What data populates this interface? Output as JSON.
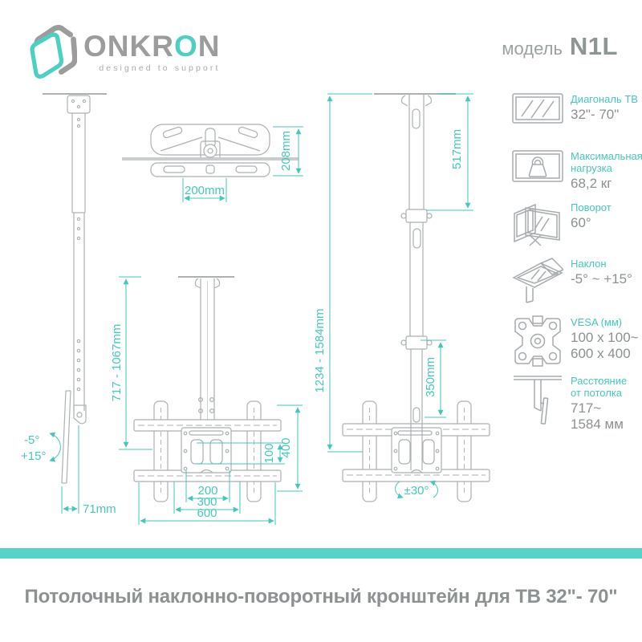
{
  "header": {
    "brand_part1": "ONKR",
    "brand_accent": "O",
    "brand_part2": "N",
    "tagline": "designed to support",
    "model_label": "модель",
    "model_value": "N1L"
  },
  "colors": {
    "accent_bar": "#54D3C9",
    "teal_text": "#45C8BB",
    "drawing_gray": "#ACB1B2",
    "value_gray": "#8B9192"
  },
  "diagrams": {
    "side_view": {
      "tilt_up": "-5°",
      "tilt_down": "+15°",
      "profile_depth": "71mm"
    },
    "top_view": {
      "plate_depth": "208mm",
      "plate_width": "200mm"
    },
    "front_view": {
      "height_range": "717 - 1067mm",
      "vesa_height_min": "100",
      "vesa_height_max": "400",
      "dim_200": "200",
      "dim_300": "300",
      "dim_600": "600"
    },
    "extended_view": {
      "upper_pole": "517mm",
      "height_range": "1234 - 1584mm",
      "lower_pole": "350mm",
      "swivel_range": "±30°"
    }
  },
  "specs": [
    {
      "icon": "tv-diagonal-icon",
      "label": "Диагональ ТВ",
      "value": "32\"- 70\""
    },
    {
      "icon": "max-load-icon",
      "label": "Максимальная\nнагрузка",
      "value": "68,2 кг"
    },
    {
      "icon": "swivel-icon",
      "label": "Поворот",
      "value": "60°"
    },
    {
      "icon": "tilt-icon",
      "label": "Наклон",
      "value": "-5° ~ +15°"
    },
    {
      "icon": "vesa-icon",
      "label": "VESA (мм)",
      "value": "100 x 100~\n600 x 400"
    },
    {
      "icon": "ceiling-distance-icon",
      "label": "Расстояние\nот потолка",
      "value": "717~\n1584 мм"
    }
  ],
  "footer": {
    "title": "Потолочный наклонно-поворотный кронштейн для ТВ 32\"- 70\""
  }
}
